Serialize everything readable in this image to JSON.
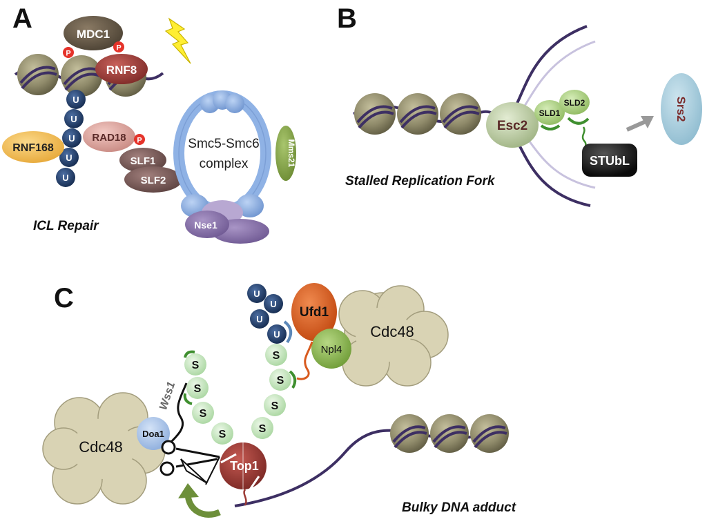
{
  "panels": {
    "a": "A",
    "b": "B",
    "c": "C"
  },
  "captions": {
    "icl_repair": "ICL Repair",
    "stalled_fork": "Stalled Replication Fork",
    "bulky_adduct": "Bulky DNA adduct"
  },
  "proteins": {
    "mdc1": "MDC1",
    "rnf8": "RNF8",
    "rnf168": "RNF168",
    "rad18": "RAD18",
    "slf1": "SLF1",
    "slf2": "SLF2",
    "smc_line1": "Smc5-Smc6",
    "smc_line2": "complex",
    "mms21": "Mms21",
    "nse1": "Nse1",
    "esc2": "Esc2",
    "sld1": "SLD1",
    "sld2": "SLD2",
    "stubl": "STUbL",
    "srs2": "Srs2",
    "ufd1": "Ufd1",
    "npl4": "Npl4",
    "cdc48_top": "Cdc48",
    "cdc48_left": "Cdc48",
    "doa1": "Doa1",
    "wss1": "Wss1",
    "top1": "Top1"
  },
  "marks": {
    "phospho": "P",
    "ubiquitin": "U",
    "sumo": "S"
  },
  "colors": {
    "nucleosome": "#8f8a6a",
    "dna": "#3d2f63",
    "mdc1": "#5e5142",
    "rnf8": "#9b3b37",
    "ubiquitin": "#1f3a66",
    "rnf168": "#f0bd55",
    "rad18": "#e1a9a2",
    "slf": "#7d5d5b",
    "smc_ring": "#8fb2e5",
    "mms21": "#86a548",
    "nse1": "#8b76ad",
    "esc2": "#c7d6ad",
    "sld": "#a8d07e",
    "stubl": "#111111",
    "srs2": "#a9cfe0",
    "ufd1": "#d85a1e",
    "npl4": "#8ab84d",
    "cdc48": "#d9d3b4",
    "doa1": "#a8c4ec",
    "sumo": "#c6e6bf",
    "top1": "#9c3a34",
    "phospho": "#e5332a",
    "lightning": "#ffee33"
  }
}
